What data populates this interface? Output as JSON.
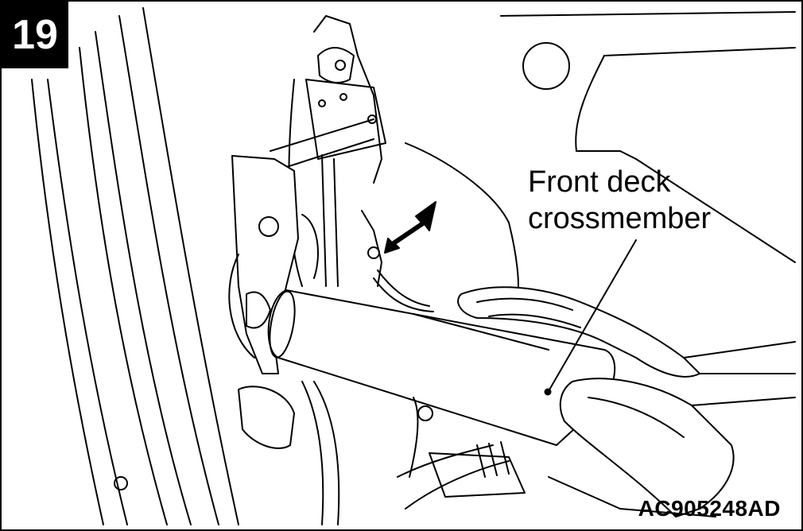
{
  "figure": {
    "step_number": "19",
    "callout": {
      "line1": "Front deck",
      "line2": "crossmember"
    },
    "figure_id": "AC905248AD"
  },
  "colors": {
    "ink": "#000000",
    "paper": "#ffffff"
  }
}
